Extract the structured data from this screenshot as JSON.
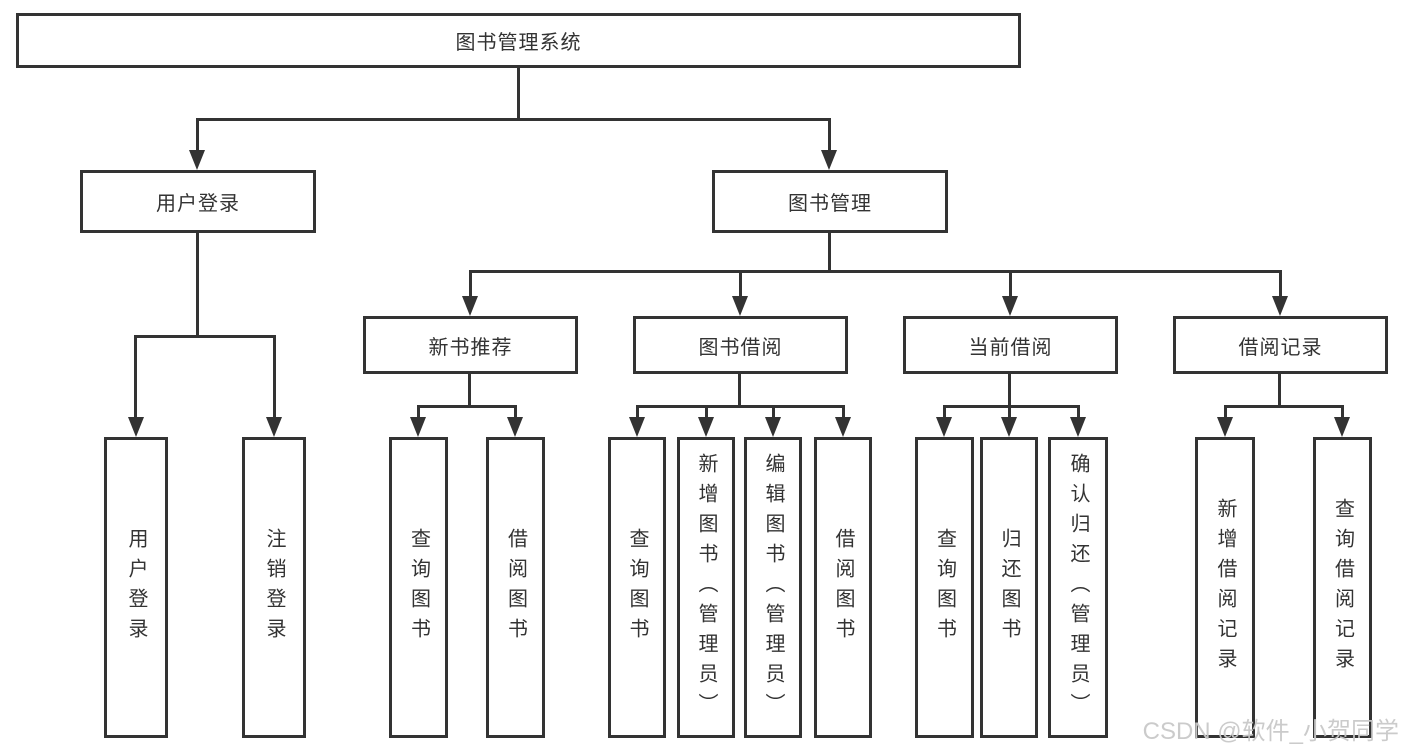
{
  "nodes": {
    "root": "图书管理系统",
    "user_login": "用户登录",
    "book_mgmt": "图书管理",
    "new_book_rec": "新书推荐",
    "book_borrow": "图书借阅",
    "current_borrow": "当前借阅",
    "borrow_records": "借阅记录",
    "leaf_user_login": "用户登录",
    "leaf_logout": "注销登录",
    "leaf_query_book_1": "查询图书",
    "leaf_borrow_book_1": "借阅图书",
    "leaf_query_book_2": "查询图书",
    "leaf_add_book": "新增图书（管理员）",
    "leaf_edit_book": "编辑图书（管理员）",
    "leaf_borrow_book_2": "借阅图书",
    "leaf_query_book_3": "查询图书",
    "leaf_return_book": "归还图书",
    "leaf_confirm_return": "确认归还（管理员）",
    "leaf_add_record": "新增借阅记录",
    "leaf_query_record": "查询借阅记录"
  },
  "hierarchy": {
    "图书管理系统": {
      "用户登录": [
        "用户登录",
        "注销登录"
      ],
      "图书管理": {
        "新书推荐": [
          "查询图书",
          "借阅图书"
        ],
        "图书借阅": [
          "查询图书",
          "新增图书（管理员）",
          "编辑图书（管理员）",
          "借阅图书"
        ],
        "当前借阅": [
          "查询图书",
          "归还图书",
          "确认归还（管理员）"
        ],
        "借阅记录": [
          "新增借阅记录",
          "查询借阅记录"
        ]
      }
    }
  },
  "watermark": "CSDN @软件_小贺同学",
  "colors": {
    "line": "#333333",
    "box_border": "#333333",
    "text": "#333333",
    "background": "#ffffff",
    "watermark": "#c9c9c9"
  }
}
